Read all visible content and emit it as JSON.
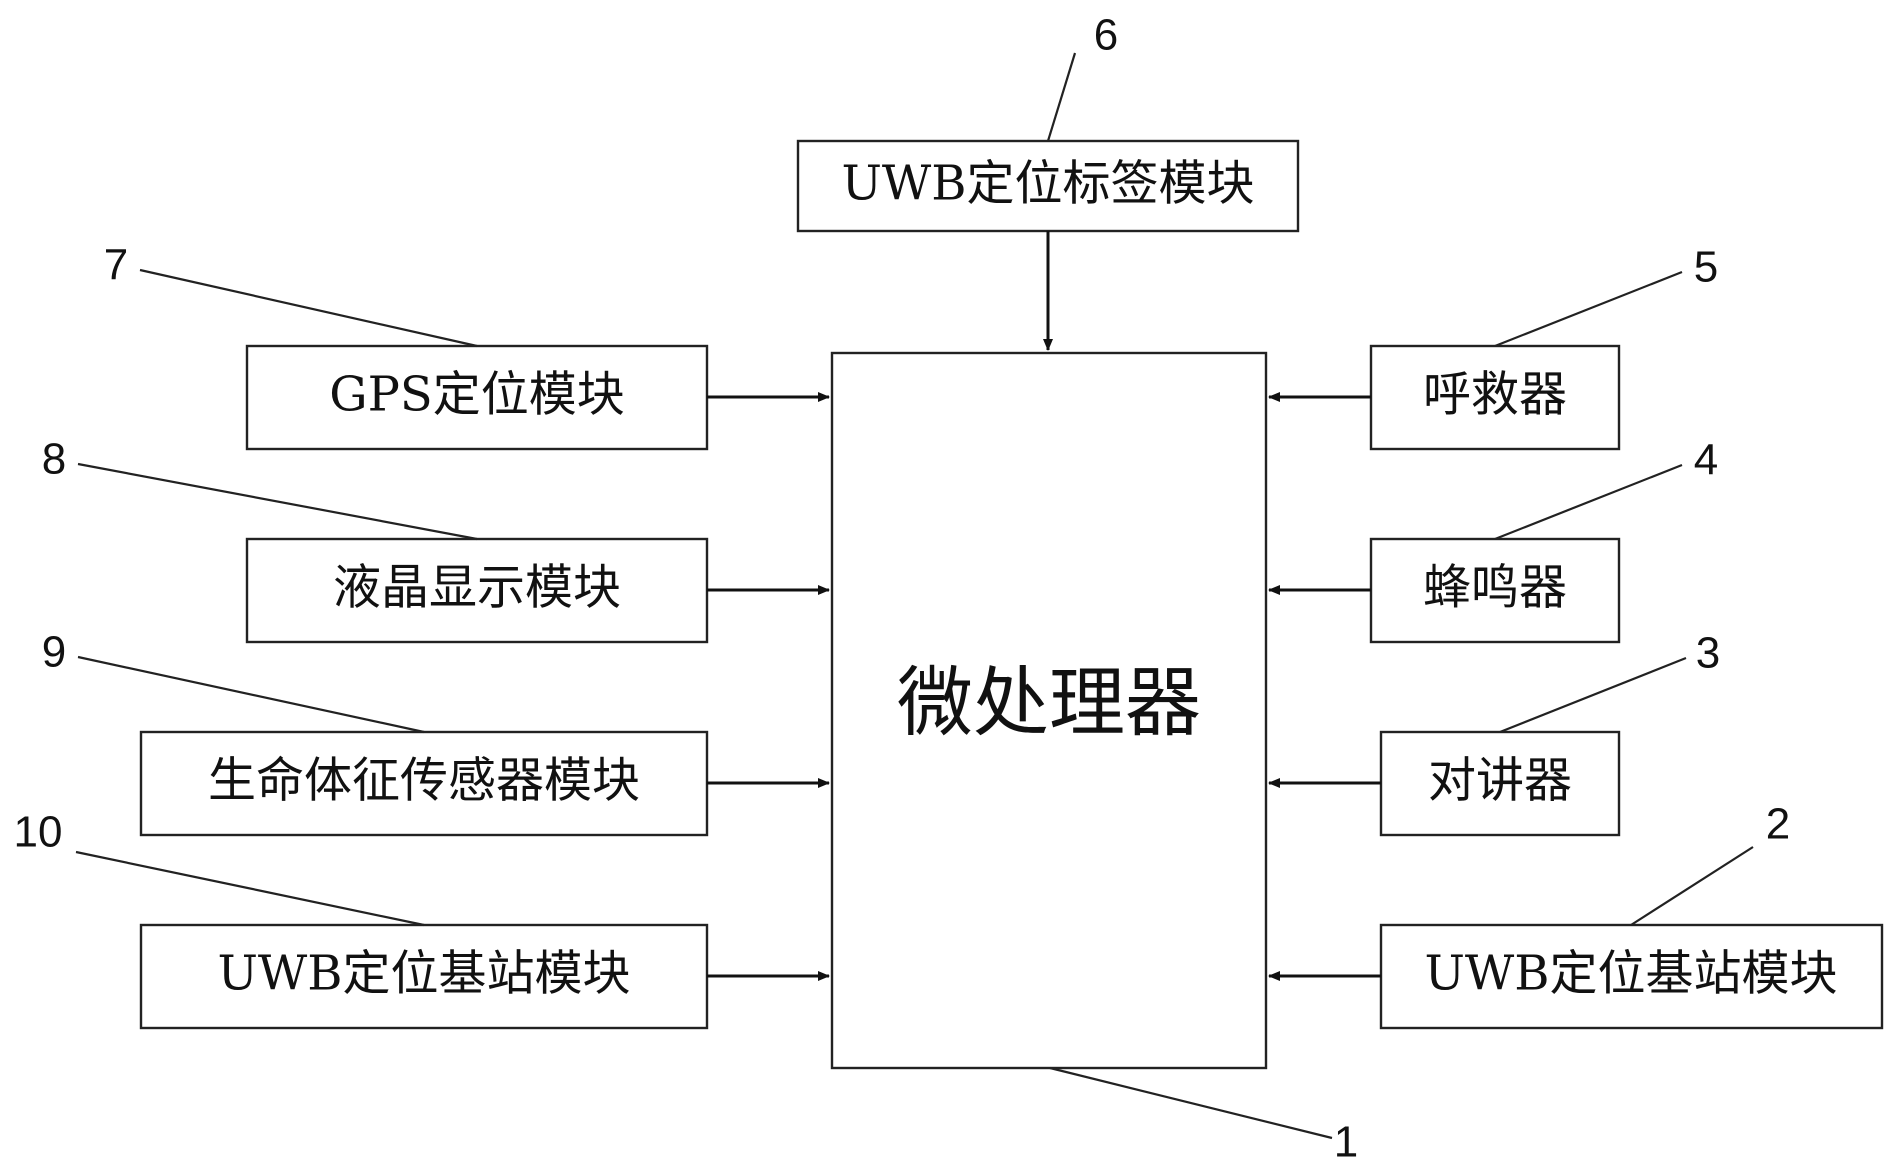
{
  "processor": {
    "label": "微处理器",
    "number": "1"
  },
  "left_modules": [
    {
      "label": "GPS定位模块",
      "number": "7"
    },
    {
      "label": "液晶显示模块",
      "number": "8"
    },
    {
      "label": "生命体征传感器模块",
      "number": "9"
    },
    {
      "label": "UWB定位基站模块",
      "number": "10"
    }
  ],
  "right_modules": [
    {
      "label": "呼救器",
      "number": "5"
    },
    {
      "label": "蜂鸣器",
      "number": "4"
    },
    {
      "label": "对讲器",
      "number": "3"
    },
    {
      "label": "UWB定位基站模块",
      "number": "2"
    }
  ],
  "top_module": {
    "label": "UWB定位标签模块",
    "number": "6"
  }
}
